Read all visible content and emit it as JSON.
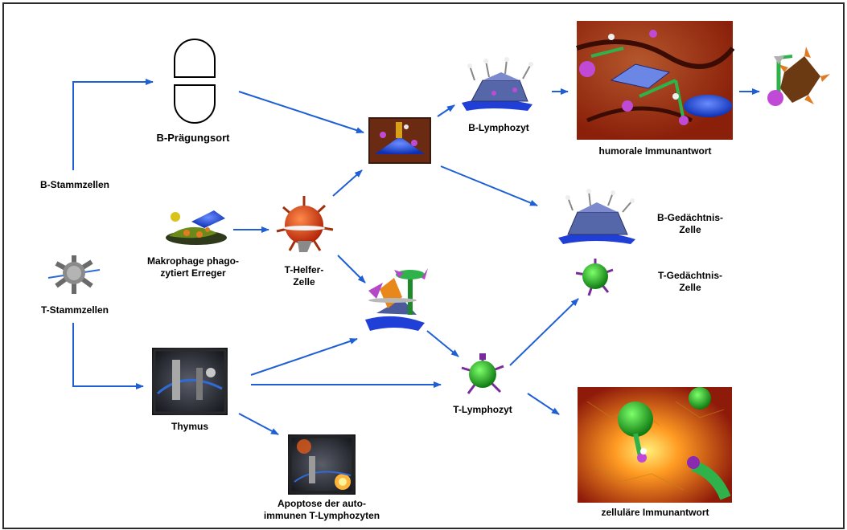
{
  "labels": {
    "b_stem": "B-Stammzellen",
    "b_site": "B-Prägungsort",
    "b_lymph": "B-Lymphozyt",
    "humoral": "humorale Immunantwort",
    "b_memory": "B-Gedächtnis-\nZelle",
    "t_memory": "T-Gedächtnis-\nZelle",
    "macrophage": "Makrophage phago-\nzytiert Erreger",
    "t_helper": "T-Helfer-\nZelle",
    "t_stem": "T-Stammzellen",
    "thymus": "Thymus",
    "t_lymph": "T-Lymphozyt",
    "apoptosis": "Apoptose der auto-\nimmunen T-Lymphozyten",
    "cellular": "zelluläre Immunantwort"
  },
  "colors": {
    "arrow": "#1f5fd6",
    "frame": "#2a2a2a"
  },
  "icons": [
    "capsule-icon",
    "stem-cell-icon",
    "macrophage-icon",
    "virus-icon",
    "b-lymphocyte-icon",
    "t-lymphocyte-icon",
    "antibody-icon",
    "thymus-image",
    "humoral-response-image",
    "cellular-response-image",
    "apoptosis-image",
    "activation-image",
    "b-activation-image"
  ]
}
